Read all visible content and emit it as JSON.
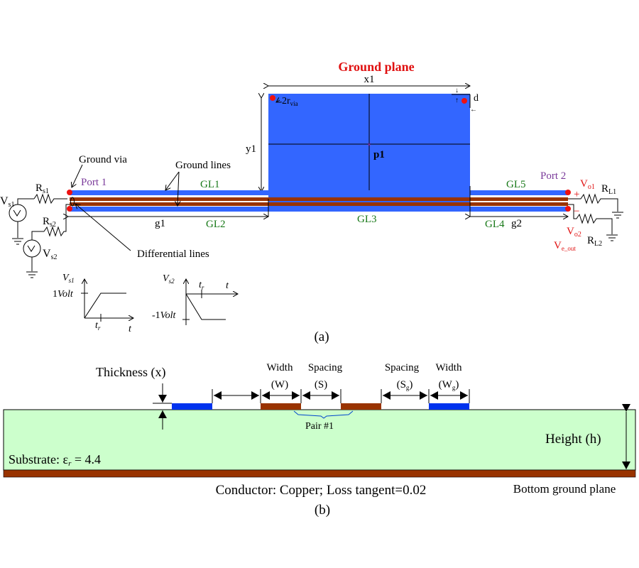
{
  "figure_a": {
    "caption": "(a)",
    "ground_plane_title": "Ground plane",
    "labels": {
      "x1": "x1",
      "y1": "y1",
      "p1": "p1",
      "d": "d",
      "two_r": "2r",
      "via_sub": "via",
      "ground_via": "Ground via",
      "ground_lines": "Ground lines",
      "differential_lines": "Differential lines",
      "port1": "Port 1",
      "port2": "Port 2",
      "g1": "g1",
      "g2": "g2",
      "gl1": "GL1",
      "gl2": "GL2",
      "gl3": "GL3",
      "gl4": "GL4",
      "gl5": "GL5"
    },
    "source_circuit": {
      "vs1": "V",
      "vs1_sub": "s1",
      "vs2": "V",
      "vs2_sub": "s2",
      "rs1": "R",
      "rs1_sub": "s1",
      "rs2": "R",
      "rs2_sub": "s2"
    },
    "load_circuit": {
      "vo1": "V",
      "vo1_sub": "o1",
      "vo2": "V",
      "vo2_sub": "o2",
      "ve_out": "V",
      "ve_out_sub": "e_out",
      "rl1": "R",
      "rl1_sub": "L1",
      "rl2": "R",
      "rl2_sub": "L2",
      "plus": "+",
      "minus": "−"
    },
    "waveforms": {
      "vs1": {
        "ylabel": "V",
        "ylabel_sub": "s1",
        "level_label": "1",
        "level_unit": "Volt",
        "tr": "t",
        "tr_sub": "r",
        "t": "t"
      },
      "vs2": {
        "ylabel": "V",
        "ylabel_sub": "s2",
        "level_label": "-1",
        "level_unit": "Volt",
        "tr": "t",
        "tr_sub": "r",
        "t": "t"
      }
    },
    "colors": {
      "ground_metal": "#3366ff",
      "diff_line": "#993300",
      "via": "#ee1111",
      "label_green": "#1a7a1a",
      "port_purple": "#7a3a9a",
      "title_red": "#e01010"
    }
  },
  "figure_b": {
    "caption": "(b)",
    "thickness": "Thickness (x)",
    "width_w": "Width",
    "width_w_sym": "(W)",
    "spacing_s": "Spacing",
    "spacing_s_sym": "(S)",
    "spacing_sg": "Spacing",
    "spacing_sg_sym": "(S",
    "spacing_sg_sub": "g",
    "width_wg": "Width",
    "width_wg_sym": "(W",
    "width_wg_sub": "g",
    "pair": "Pair #1",
    "height": "Height (h)",
    "substrate": "Substrate: ε",
    "substrate_sub": "r",
    "substrate_value": " = 4.4",
    "conductor": "Conductor: Copper; Loss tangent=0.02",
    "bottom_ground": "Bottom ground plane",
    "colors": {
      "substrate": "#ccffcc",
      "copper": "#993300",
      "ground_strip": "#0033ee"
    }
  }
}
